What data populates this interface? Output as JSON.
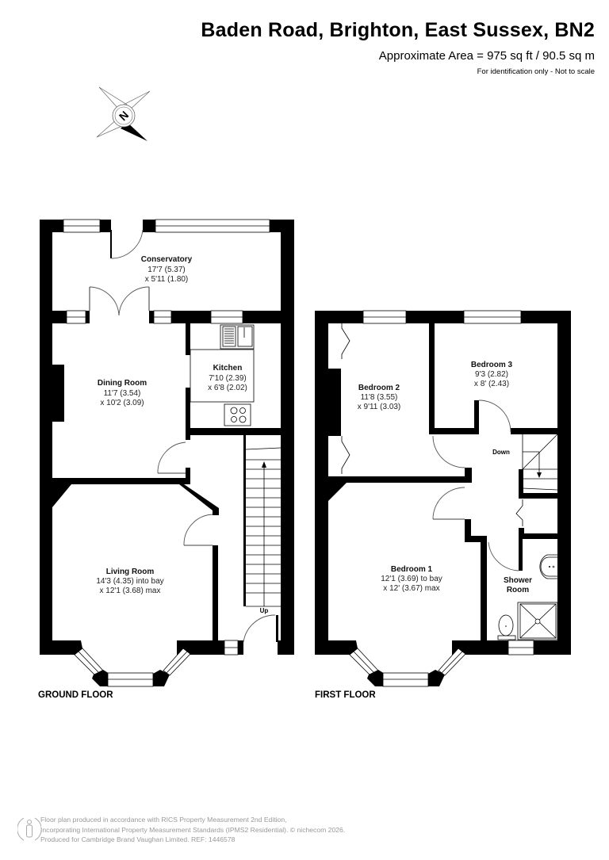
{
  "header": {
    "title": "Baden Road, Brighton, East Sussex, BN2",
    "area": "Approximate Area = 975 sq ft / 90.5 sq m",
    "disclaimer": "For identification only - Not to scale"
  },
  "compass": {
    "icon": "compass-north-icon",
    "label": "N"
  },
  "floors": [
    {
      "label": "GROUND FLOOR",
      "rooms": [
        {
          "name": "Conservatory",
          "dim1": "17'7 (5.37)",
          "dim2": "x 5'11 (1.80)"
        },
        {
          "name": "Dining Room",
          "dim1": "11'7 (3.54)",
          "dim2": "x 10'2 (3.09)"
        },
        {
          "name": "Kitchen",
          "dim1": "7'10 (2.39)",
          "dim2": "x 6'8 (2.02)"
        },
        {
          "name": "Living Room",
          "dim1": "14'3 (4.35) into bay",
          "dim2": "x 12'1 (3.68) max"
        }
      ],
      "stairs_label": "Up"
    },
    {
      "label": "FIRST FLOOR",
      "rooms": [
        {
          "name": "Bedroom 2",
          "dim1": "11'8 (3.55)",
          "dim2": "x 9'11 (3.03)"
        },
        {
          "name": "Bedroom 3",
          "dim1": "9'3 (2.82)",
          "dim2": "x 8' (2.43)"
        },
        {
          "name": "Bedroom 1",
          "dim1": "12'1 (3.69) to bay",
          "dim2": "x 12' (3.67) max"
        },
        {
          "name": "Shower",
          "name2": "Room"
        }
      ],
      "stairs_label": "Down"
    }
  ],
  "footer": {
    "line1": "Floor plan produced in accordance with RICS Property Measurement 2nd Edition,",
    "line2": "Incorporating International Property Measurement Standards (IPMS2 Residential).   © nichecom 2026.",
    "line3": "Produced for Cambridge Brand Vaughan Limited.   REF:  1446578",
    "icon": "person-icon"
  }
}
